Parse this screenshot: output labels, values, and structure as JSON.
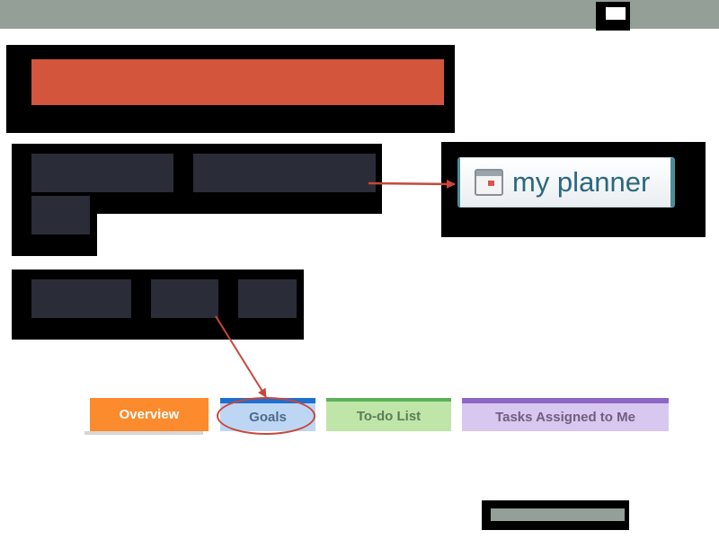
{
  "planner": {
    "label": "my planner",
    "icon": "calendar-icon"
  },
  "tabs": [
    {
      "label": "Overview"
    },
    {
      "label": "Goals"
    },
    {
      "label": "To-do List"
    },
    {
      "label": "Tasks Assigned to Me"
    }
  ],
  "colors": {
    "overview": "#fb8b2d",
    "goals": "#bdd6f4",
    "todo": "#bfe6a8",
    "tasks": "#d8c7ef",
    "annotation_red": "#c8473a",
    "banner_red": "#d3553b"
  }
}
